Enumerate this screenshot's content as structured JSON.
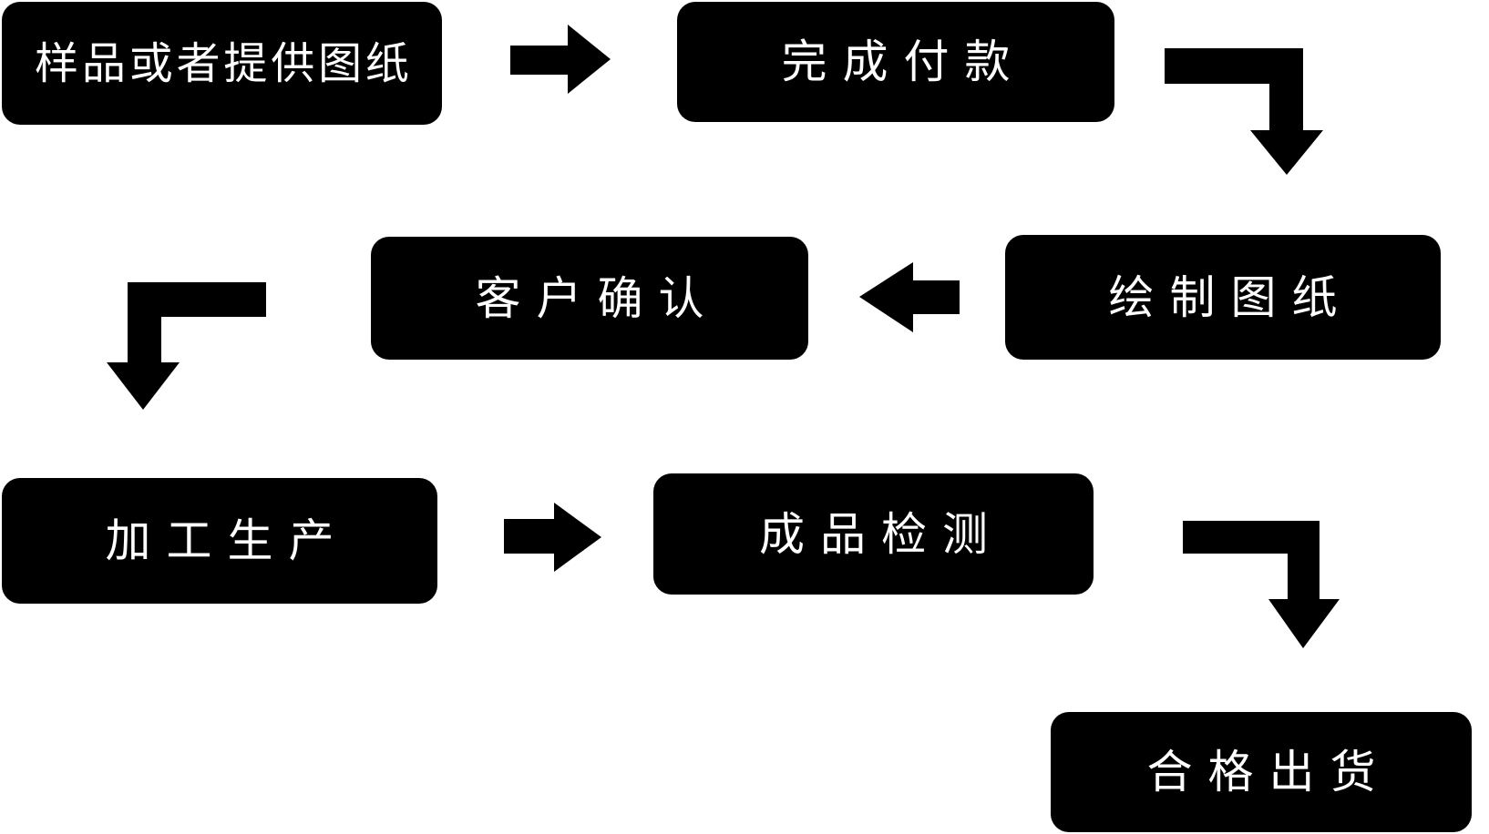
{
  "diagram": {
    "type": "flowchart",
    "language": "zh-CN",
    "colors": {
      "background": "#ffffff",
      "node_fill": "#000000",
      "node_text": "#ffffff",
      "arrow": "#000000"
    },
    "steps": [
      {
        "id": "step-1",
        "label": "样品或者提供图纸"
      },
      {
        "id": "step-2",
        "label": "完成付款"
      },
      {
        "id": "step-3",
        "label": "绘制图纸"
      },
      {
        "id": "step-4",
        "label": "客户确认"
      },
      {
        "id": "step-5",
        "label": "加工生产"
      },
      {
        "id": "step-6",
        "label": "成品检测"
      },
      {
        "id": "step-7",
        "label": "合格出货"
      }
    ],
    "connections": [
      {
        "from": "样品或者提供图纸",
        "to": "完成付款",
        "shape": "right-arrow"
      },
      {
        "from": "完成付款",
        "to": "绘制图纸",
        "shape": "bent-arrow-down"
      },
      {
        "from": "绘制图纸",
        "to": "客户确认",
        "shape": "left-arrow"
      },
      {
        "from": "客户确认",
        "to": "加工生产",
        "shape": "bent-arrow-down"
      },
      {
        "from": "加工生产",
        "to": "成品检测",
        "shape": "right-arrow"
      },
      {
        "from": "成品检测",
        "to": "合格出货",
        "shape": "bent-arrow-down"
      }
    ]
  }
}
